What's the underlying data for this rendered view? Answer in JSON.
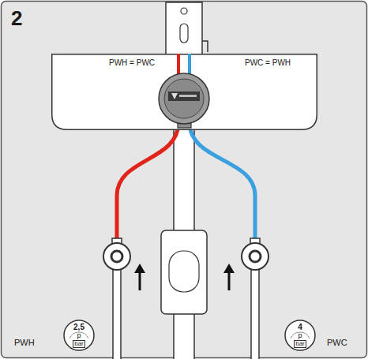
{
  "diagram": {
    "nodes": [
      {
        "text": [
          "PWH = PWC",
          "PWC = PWH"
        ]
      },
      {
        "text": [
          "2,5",
          "p",
          "bar"
        ]
      },
      {
        "text": [
          "4",
          "p",
          "bar"
        ]
      }
    ],
    "labels": [
      "2",
      "PWH",
      "PWC"
    ]
  }
}
